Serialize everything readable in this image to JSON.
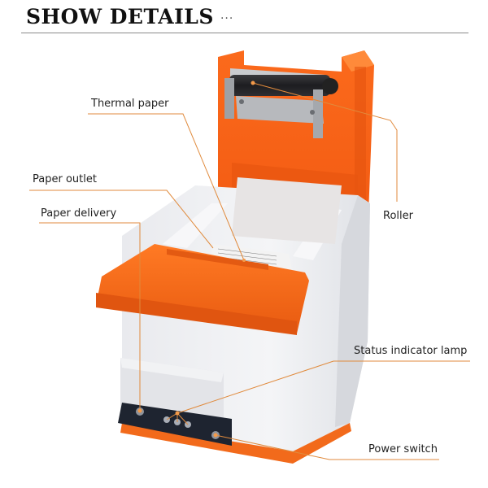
{
  "header": {
    "title": "SHOW DETAILS",
    "dots": "···"
  },
  "labels": {
    "thermal_paper": "Thermal paper",
    "paper_outlet": "Paper outlet",
    "paper_delivery": "Paper delivery",
    "roller": "Roller",
    "status_indicator_lamp": "Status indicator lamp",
    "power_switch": "Power switch"
  },
  "colors": {
    "orange": "#f26a1b",
    "orange_dark": "#d8520c",
    "leader_line": "#e08a3c",
    "body_white": "#eeeff2",
    "panel_dark": "#1e2430"
  }
}
